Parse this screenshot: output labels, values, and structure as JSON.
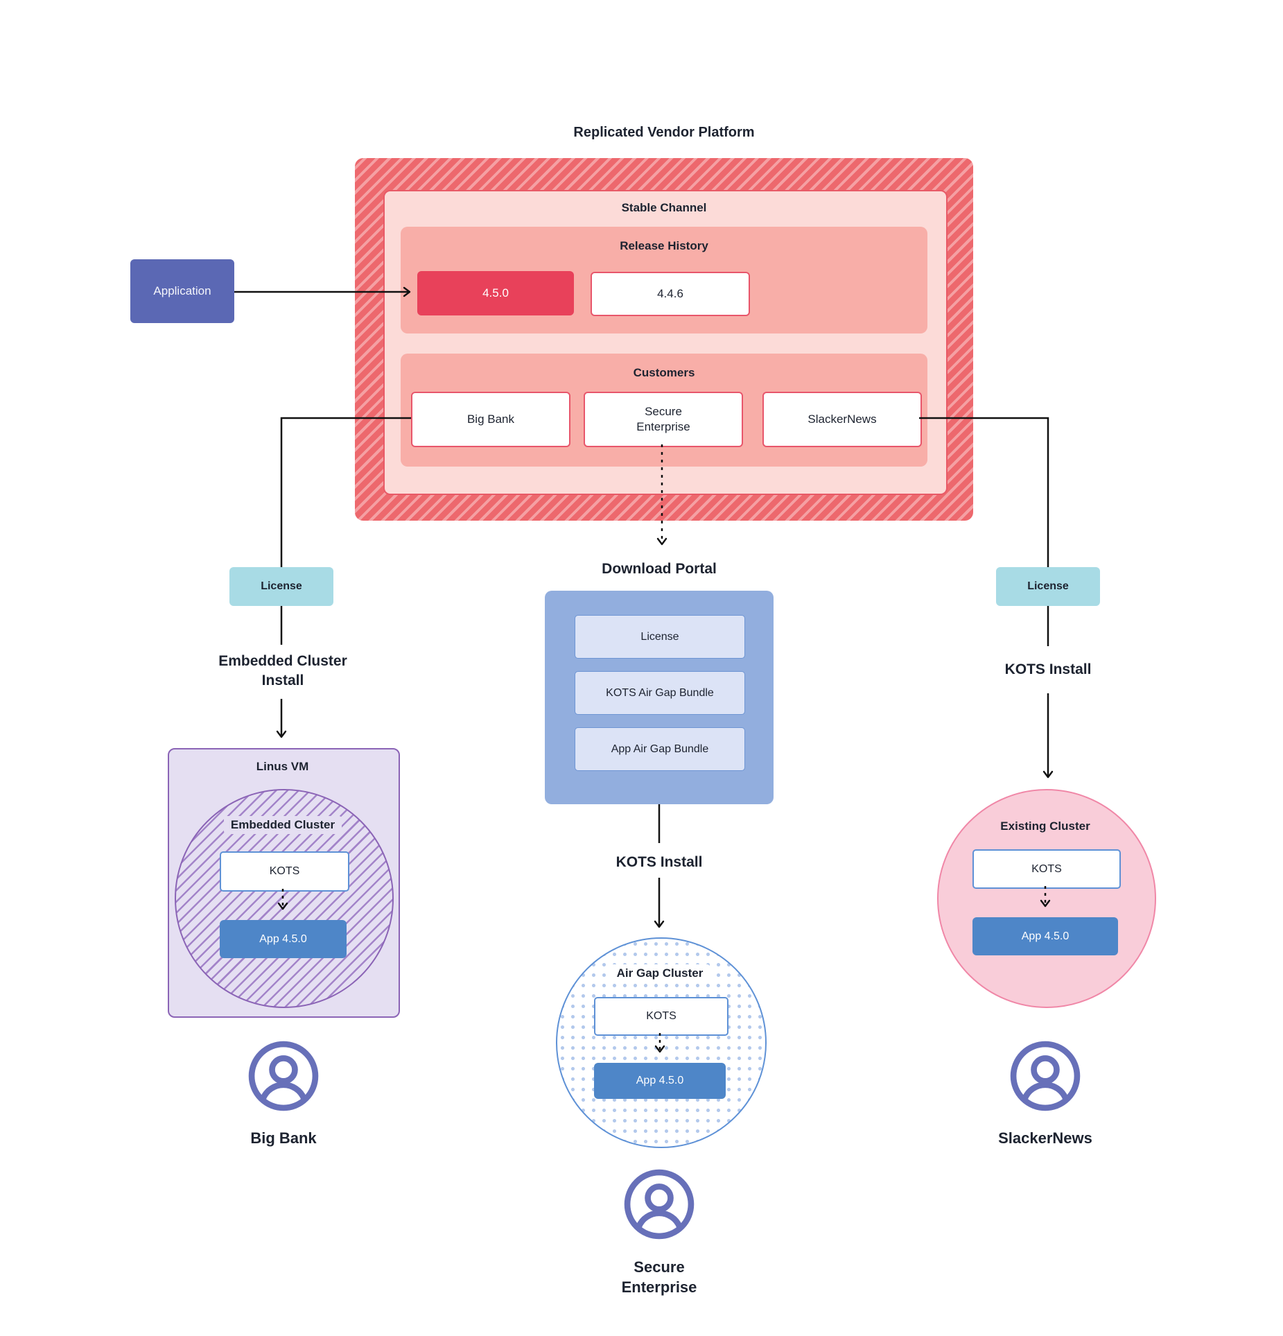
{
  "diagram_title": "Replicated Vendor Platform",
  "application": {
    "label": "Application"
  },
  "vendor_platform": {
    "stable_channel": {
      "label": "Stable Channel",
      "release_history": {
        "label": "Release History",
        "releases": [
          {
            "version": "4.5.0",
            "state": "current"
          },
          {
            "version": "4.4.6",
            "state": "previous"
          }
        ]
      },
      "customers": {
        "label": "Customers",
        "items": [
          {
            "name": "Big Bank"
          },
          {
            "name": "Secure Enterprise"
          },
          {
            "name": "SlackerNews"
          }
        ]
      }
    }
  },
  "big_bank_flow": {
    "license": "License",
    "install": "Embedded Cluster Install",
    "vm": "Linus VM",
    "cluster": "Embedded Cluster",
    "kots": "KOTS",
    "app": "App 4.5.0",
    "customer": "Big Bank"
  },
  "secure_enterprise_flow": {
    "download_portal": "Download Portal",
    "portal_items": [
      {
        "label": "License"
      },
      {
        "label": "KOTS Air Gap Bundle"
      },
      {
        "label": "App Air Gap Bundle"
      }
    ],
    "install": "KOTS Install",
    "cluster": "Air Gap Cluster",
    "kots": "KOTS",
    "app": "App 4.5.0",
    "customer": "Secure Enterprise"
  },
  "slackernews_flow": {
    "license": "License",
    "install": "KOTS Install",
    "cluster": "Existing Cluster",
    "kots": "KOTS",
    "app": "App 4.5.0",
    "customer": "SlackerNews"
  },
  "colors": {
    "release_current_red": "#e8415a",
    "platform_pink": "#f8aea8",
    "platform_pink_light": "#fcdbd8",
    "hatch_red": "#ed686d",
    "application_purple": "#5b68b4",
    "license_teal": "#a8dbe5",
    "portal_blue": "#92aede",
    "portal_item_blue": "#dce3f6",
    "vm_lavender": "#e5dff2",
    "cluster_purple": "#8b64b6",
    "kots_border_blue": "#5e91d6",
    "app_blue": "#4e86c8",
    "existing_cluster_pink": "#f9cdd9",
    "user_icon_purple": "#6770b9"
  }
}
